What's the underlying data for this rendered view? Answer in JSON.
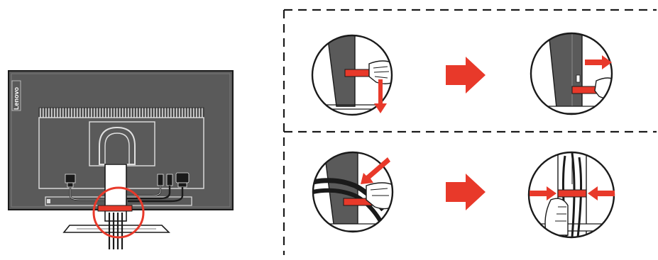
{
  "monitor": {
    "brand": "Lenovo"
  },
  "colors": {
    "accent_red": "#e8392a",
    "monitor_gray": "#5a5a5a",
    "outline_black": "#1a1a1a",
    "panel_light": "#e6e6e6"
  },
  "steps": [
    {
      "id": "step-1",
      "arrow": "down",
      "description_icon": "pull-strap-down-icon"
    },
    {
      "id": "step-2",
      "arrow": "right",
      "description_icon": "slide-strap-out-icon"
    },
    {
      "id": "step-3",
      "arrow": "diagonal",
      "description_icon": "wrap-strap-around-cables-icon"
    },
    {
      "id": "step-4",
      "arrow": "inward",
      "description_icon": "fasten-strap-icon"
    }
  ]
}
